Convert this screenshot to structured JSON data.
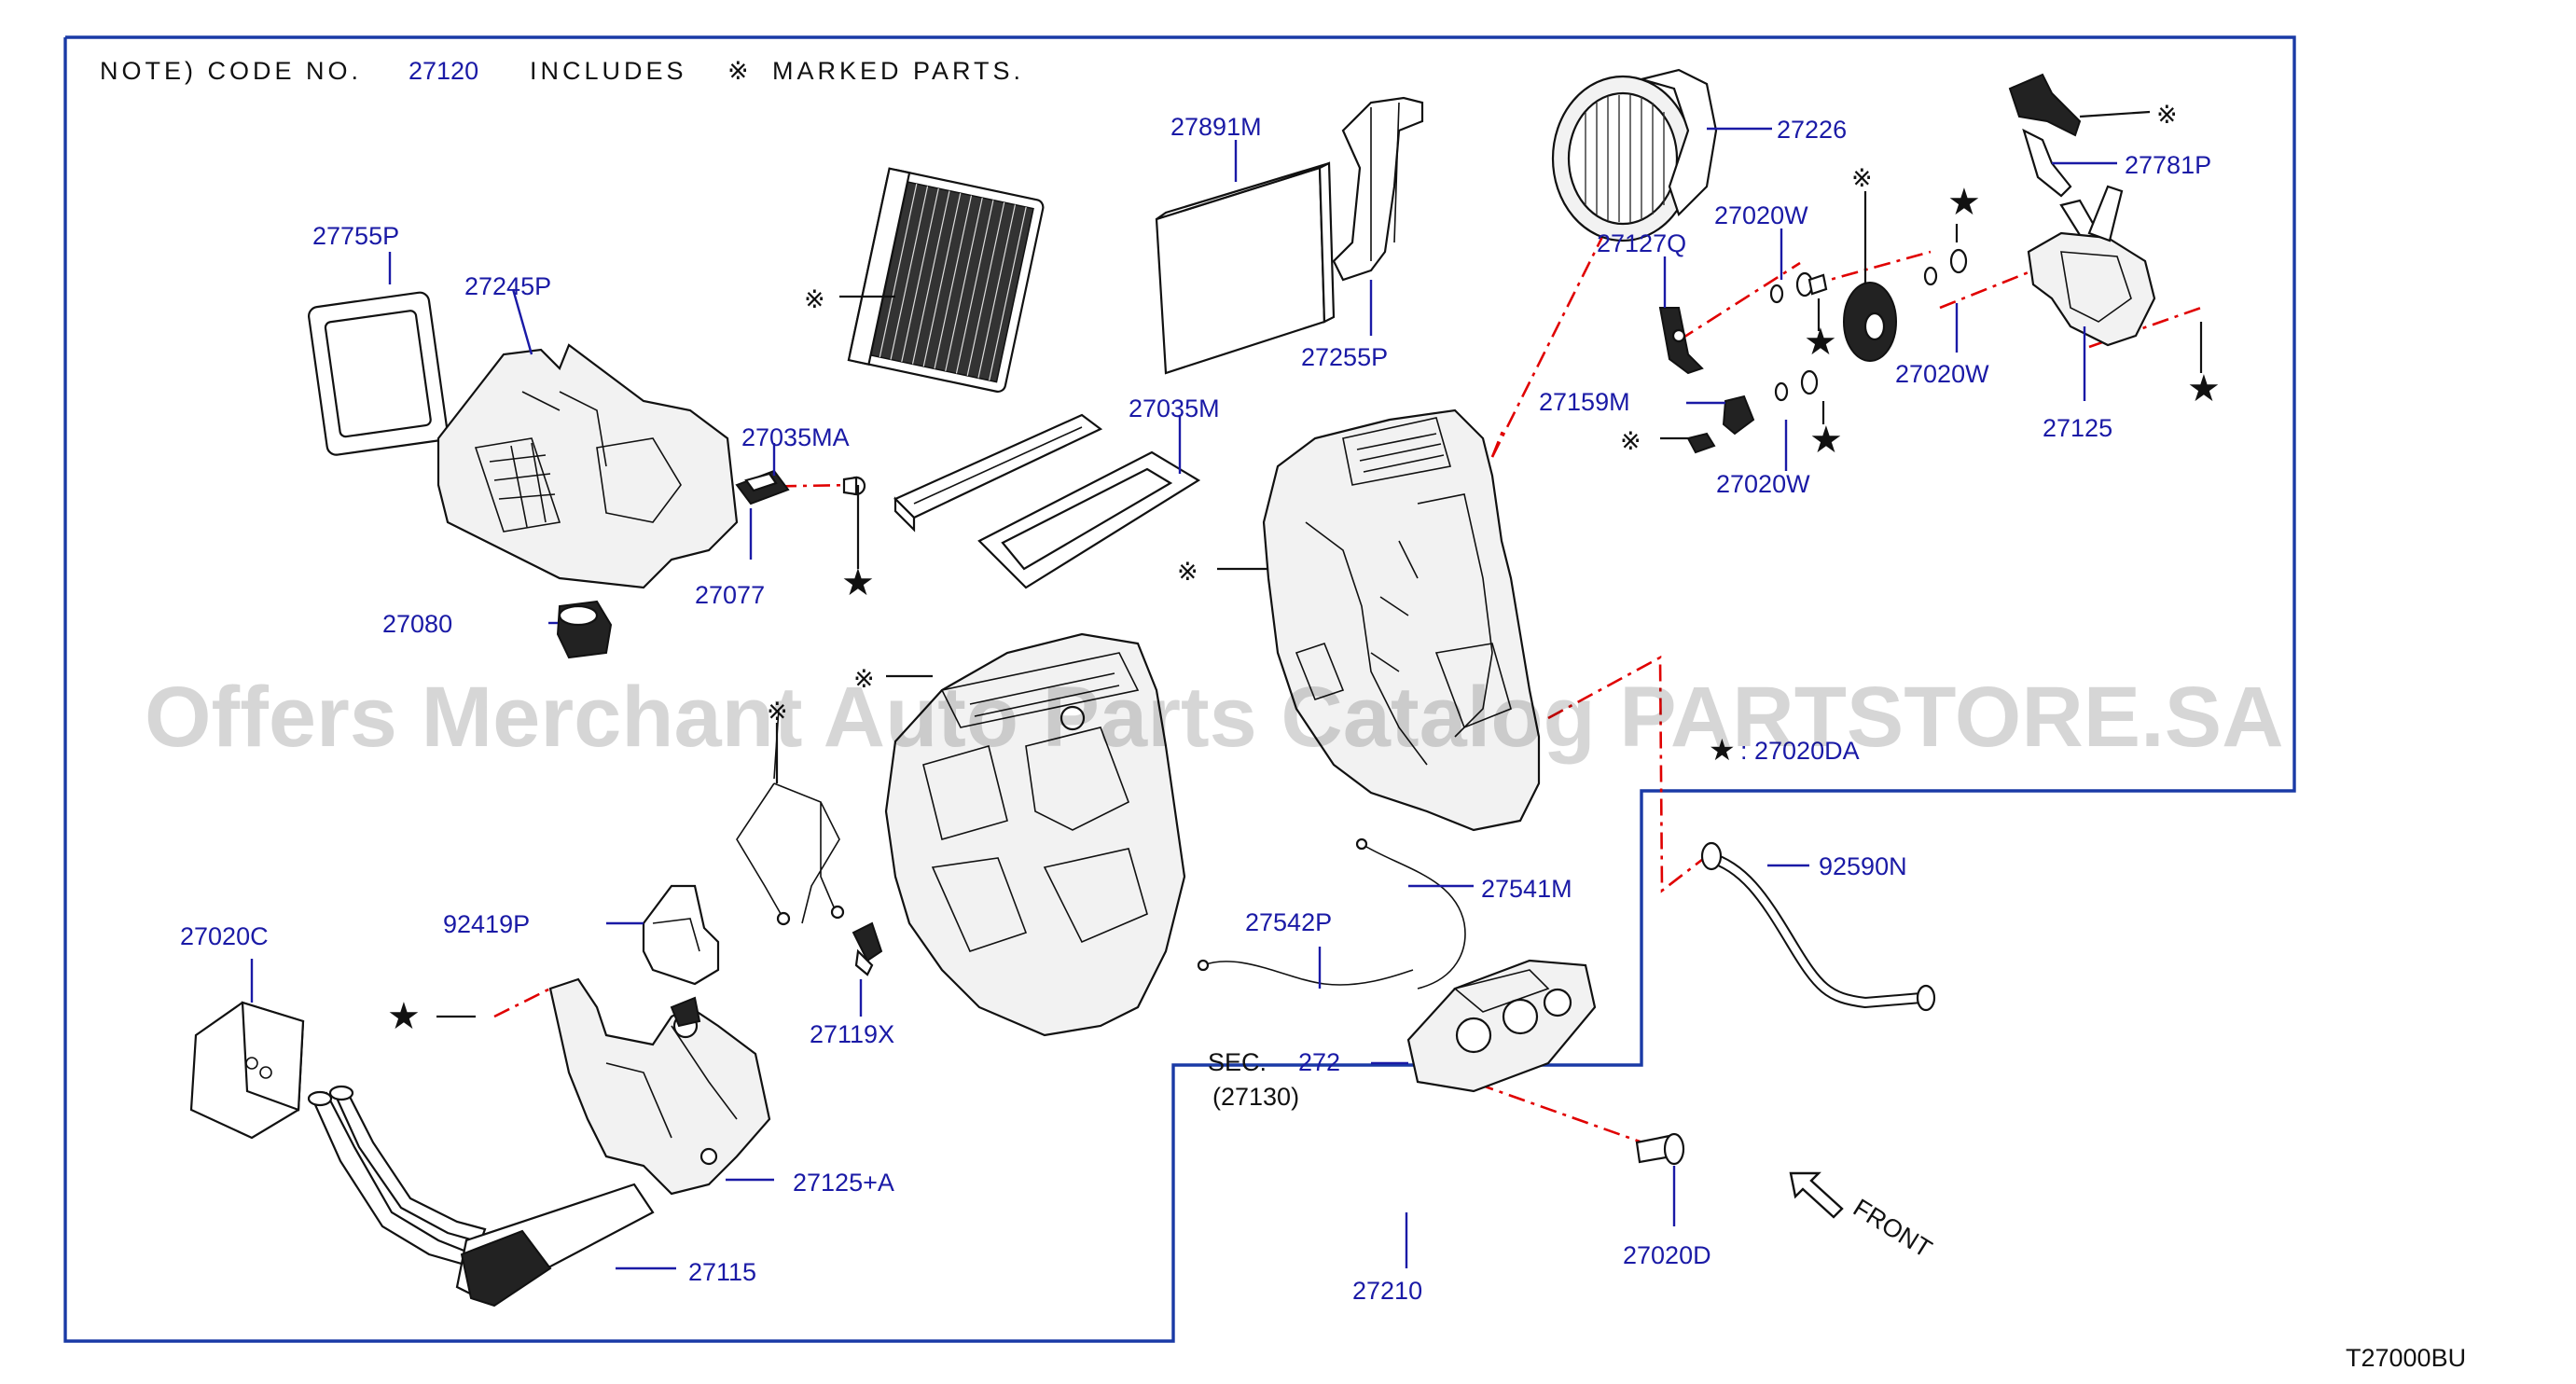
{
  "note": {
    "prefix": "NOTE)  CODE  NO.",
    "code": "27120",
    "includes": "INCLUDES",
    "mark": "※",
    "suffix": "MARKED  PARTS."
  },
  "watermark": "Offers Merchant Auto Parts Catalog PARTSTORE.SA",
  "diagram_id": "T27000BU",
  "front_label": "FRONT",
  "star_legend": {
    "symbol": "★",
    "text": ": 27020DA"
  },
  "sec_ref": {
    "prefix": "SEC.",
    "number": "272",
    "sub": "(27130)"
  },
  "marks": {
    "ref_mark": "※",
    "star": "★"
  },
  "parts": {
    "p27755P": "27755P",
    "p27245P": "27245P",
    "p27035MA": "27035MA",
    "p27077": "27077",
    "p27080": "27080",
    "p27891M": "27891M",
    "p27255P": "27255P",
    "p27035M": "27035M",
    "p27226": "27226",
    "p27127Q": "27127Q",
    "p27020W_a": "27020W",
    "p27020W_b": "27020W",
    "p27020W_c": "27020W",
    "p27159M": "27159M",
    "p27781P": "27781P",
    "p27125": "27125",
    "p92590N": "92590N",
    "p27541M": "27541M",
    "p27542P": "27542P",
    "p92419P": "92419P",
    "p27119X": "27119X",
    "p27020C": "27020C",
    "p27125A": "27125+A",
    "p27115": "27115",
    "p27210": "27210",
    "p27020D": "27020D"
  }
}
